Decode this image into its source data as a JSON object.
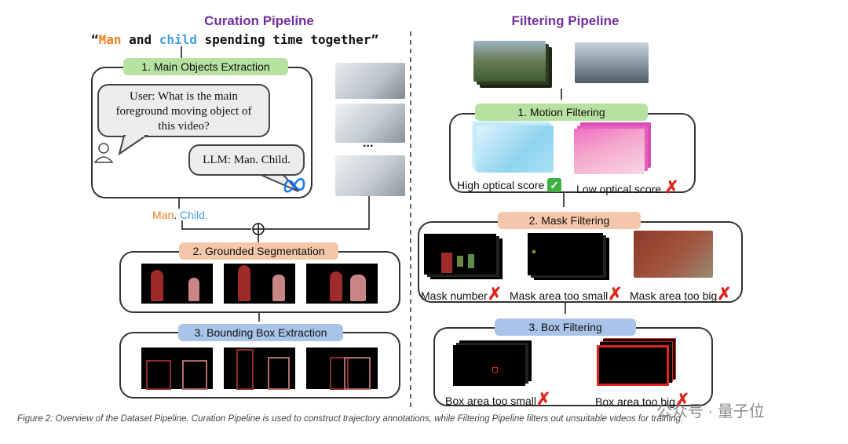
{
  "curation": {
    "title": "Curation Pipeline",
    "prompt_open": "“",
    "prompt_man": "Man",
    "prompt_and": " and ",
    "prompt_child": "child",
    "prompt_rest": " spending time together”",
    "step1": "1. Main Objects Extraction",
    "user_question": "User: What is the main foreground moving object of this video?",
    "llm_answer": "LLM: Man. Child.",
    "out_man": "Man",
    "out_sep": ". ",
    "out_child": "Child.",
    "ellipsis": "...",
    "step2": "2. Grounded Segmentation",
    "step3": "3. Bounding Box Extraction"
  },
  "filtering": {
    "title": "Filtering Pipeline",
    "step1": "1. Motion Filtering",
    "high_label": "High optical score",
    "low_label": "Low optical score",
    "step2": "2. Mask Filtering",
    "mask_number": "Mask number",
    "mask_small": "Mask area too small",
    "mask_big": "Mask area too big",
    "step3": "3. Box Filtering",
    "box_small": "Box area too small",
    "box_big": "Box area too big"
  },
  "caption": "Figure 2: Overview of the Dataset Pipeline. Curation Pipeline is used to construct trajectory annotations, while Filtering Pipeline filters out unsuitable videos for training.",
  "watermark": "公众号 · 量子位",
  "icons": {
    "check": "check-icon",
    "cross": "cross-icon",
    "user": "user-icon",
    "meta": "meta-logo-icon",
    "plus": "circled-plus-icon"
  },
  "colors": {
    "title": "#7030a0",
    "man": "#f07f22",
    "child": "#3fa3e0",
    "reject": "#e0241b",
    "accept": "#3cb043"
  }
}
